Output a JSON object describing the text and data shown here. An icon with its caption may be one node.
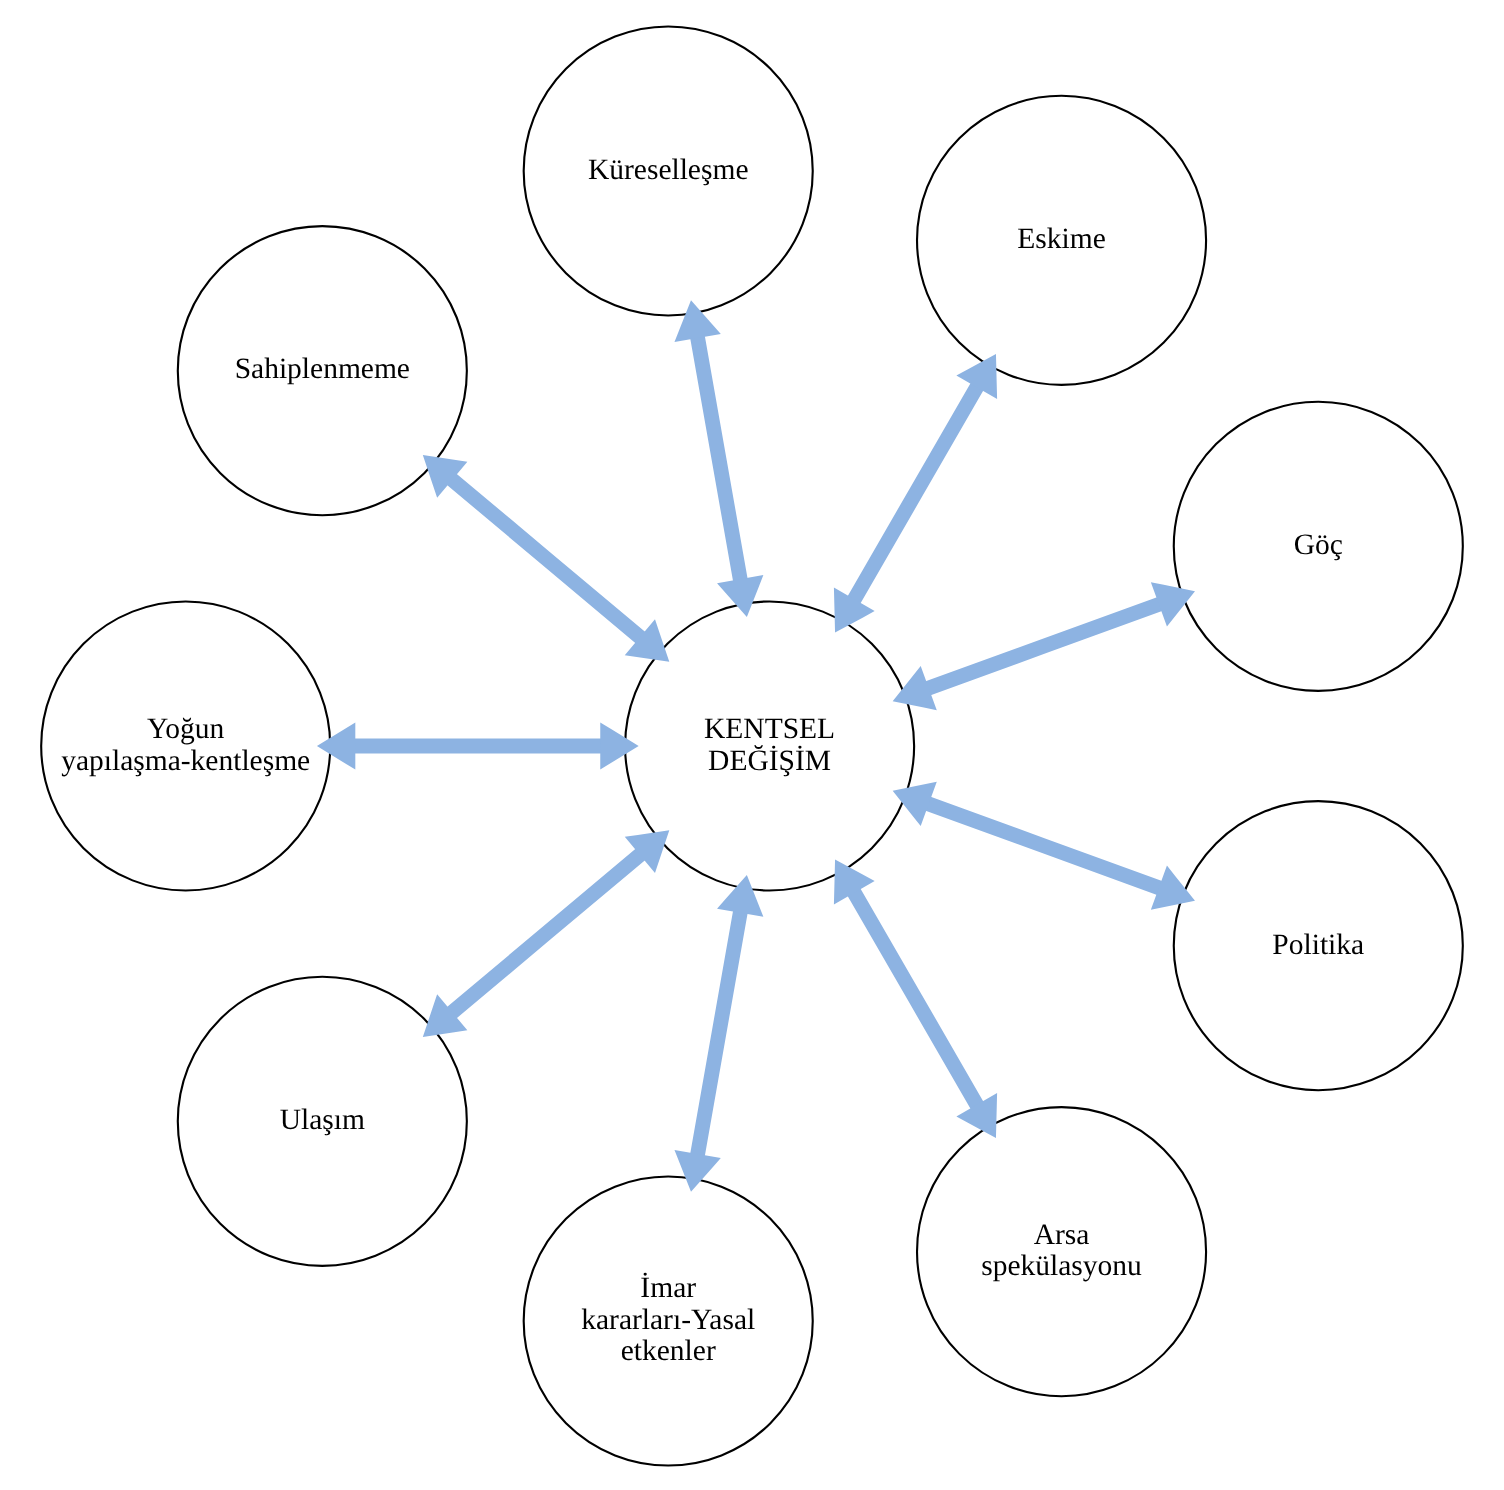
{
  "diagram": {
    "nodes": [
      {
        "text": [
          "Göç"
        ]
      },
      {
        "text": [
          "Eskime"
        ]
      },
      {
        "text": [
          "Küreselleşme"
        ]
      },
      {
        "text": [
          "Sahiplenmeme"
        ]
      },
      {
        "text": [
          "KENTSEL DEĞİŞİM"
        ]
      },
      {
        "text": [
          "Yoğun yapılaşma-kentleşme"
        ]
      },
      {
        "text": [
          "Ulaşım"
        ]
      },
      {
        "text": [
          "İmar kararları-Yasal etkenler"
        ]
      },
      {
        "text": [
          "Arsa spekülasyonu"
        ]
      },
      {
        "text": [
          "Politika"
        ]
      }
    ],
    "edges": [
      {
        "from": 4,
        "to": 0,
        "arrow": "both"
      },
      {
        "from": 4,
        "to": 1,
        "arrow": "both"
      },
      {
        "from": 4,
        "to": 3,
        "arrow": "both"
      },
      {
        "from": 4,
        "to": 6,
        "arrow": "both"
      },
      {
        "from": 4,
        "to": 8,
        "arrow": "both"
      },
      {
        "from": 4,
        "to": 9,
        "arrow": "both"
      },
      {
        "from": 4,
        "to": 7,
        "arrow": "both"
      },
      {
        "from": 4,
        "to": 5,
        "arrow": "both"
      },
      {
        "from": 4,
        "to": 2,
        "arrow": "both"
      }
    ]
  }
}
